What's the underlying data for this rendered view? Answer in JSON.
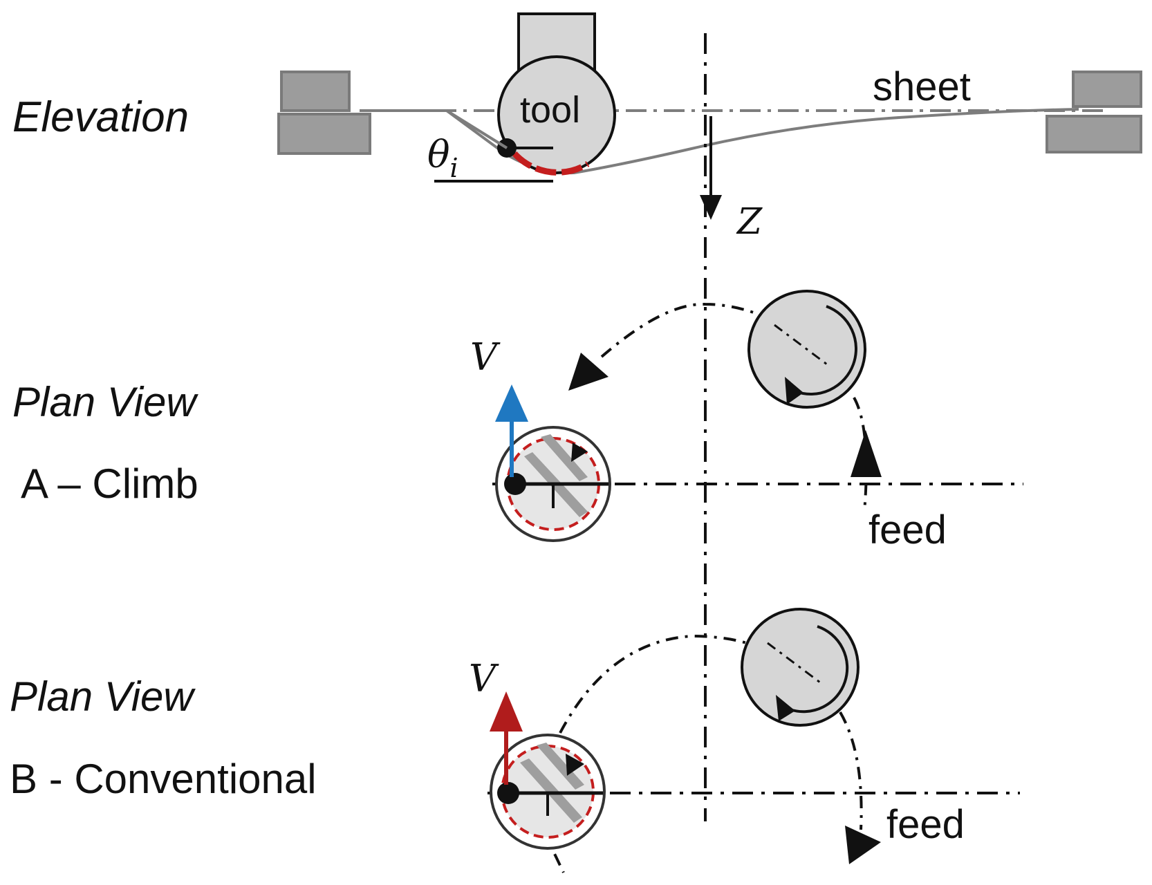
{
  "labels": {
    "elevation": "Elevation",
    "plan_view_a": "Plan View",
    "climb": "A – Climb",
    "plan_view_b": "Plan View",
    "conventional": "B - Conventional",
    "tool": "tool",
    "sheet": "sheet",
    "theta": "θ",
    "theta_sub": "i",
    "z_axis": "Z",
    "v_a": "V",
    "v_b": "V",
    "feed_a": "feed",
    "feed_b": "feed"
  },
  "colors": {
    "climb_velocity": "#1f78c1",
    "conventional_velocity": "#b01c1c",
    "contact_arc": "#c41e1e",
    "tool_fill": "#d6d6d6",
    "clamp_fill": "#9c9c9c",
    "sheet_line": "#7d7d7d"
  }
}
